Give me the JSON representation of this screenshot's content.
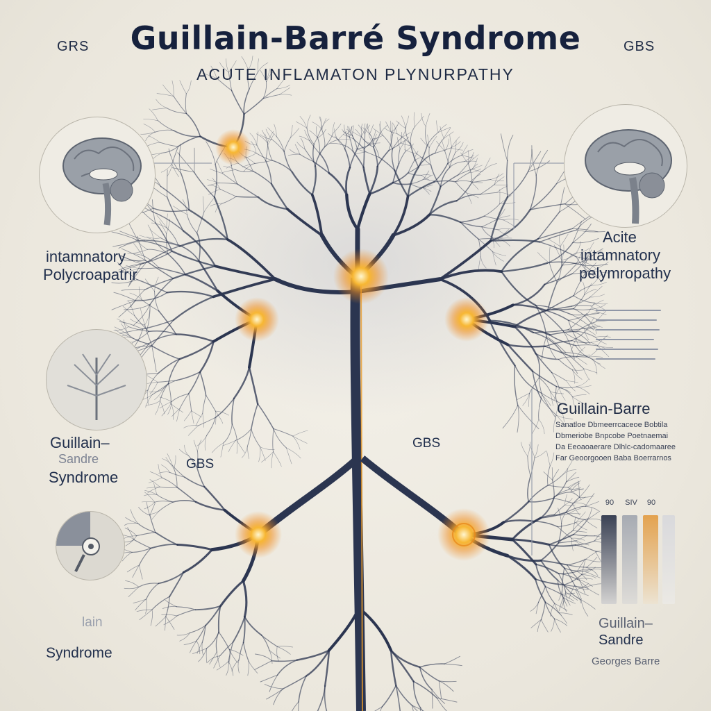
{
  "title": "Guillain-Barré Syndrome",
  "tag_left": "GRS",
  "tag_right": "GBS",
  "subtitle": "ACUTE INFLAMATON PLYNURPATHY",
  "left_panel": {
    "label_1a": "intamnatory",
    "label_1b": "Polycroapatrir",
    "label_2a": "Guillain–",
    "label_2b": "Sandre",
    "label_2c": "Syndrome",
    "label_3a": "lain",
    "label_3b": "Syndrome"
  },
  "center_label": "GBS",
  "mid_right_label": "GBS",
  "right_panel": {
    "label_1a": "Acite",
    "label_1b": "intamnatory",
    "label_1c": "pelymropathy",
    "heading": "Guillain-Barre",
    "para_lines": [
      "Sanatloe Dbmeerrcaceoe Bobtila",
      "Dbmeriobe Bnpcobe Poetnaemai",
      "Da Eeoaoaerare Dlhlc-cadomaaree",
      "Far Geoorgooen Baba Boerrarnos"
    ],
    "bar_labels": [
      "90",
      "SIV",
      "90"
    ],
    "label_2a": "Guillain–",
    "label_2b": "Sandre",
    "label_2c": "Georges Barre"
  },
  "colors": {
    "ink": "#16213d",
    "nerve": "#2b3550",
    "glow": "#f4a21c",
    "glow_core": "#fff3c4",
    "bar_dark": "#3a4154",
    "bar_grey": "#a7abb3",
    "bar_orange": "#e3a24f",
    "bar_light": "#d9d9dc"
  },
  "icons": [
    "brain-icon",
    "tree-icon",
    "nerve-cell-icon"
  ]
}
